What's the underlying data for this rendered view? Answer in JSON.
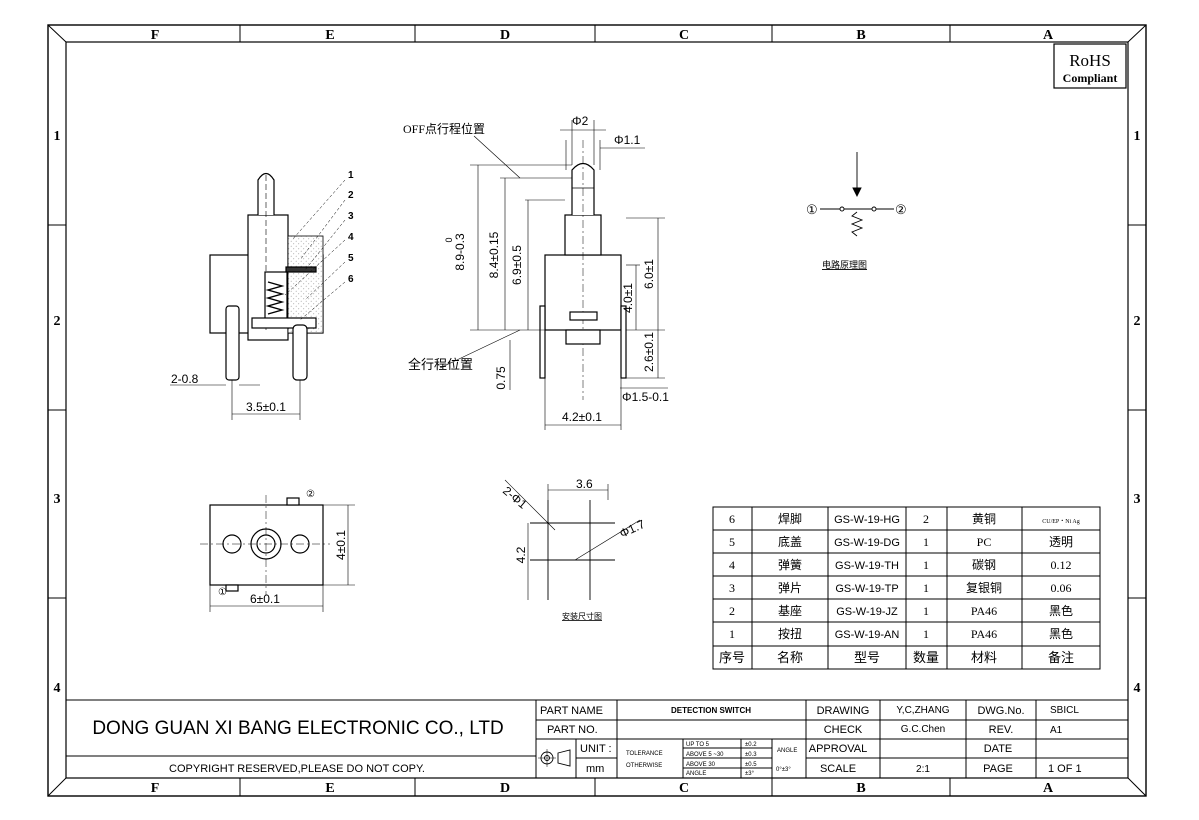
{
  "zones": {
    "columns": [
      "F",
      "E",
      "D",
      "C",
      "B",
      "A"
    ],
    "rows": [
      "1",
      "2",
      "3",
      "4"
    ]
  },
  "rohs": {
    "line1": "RoHS",
    "line2": "Compliant"
  },
  "side_view": {
    "callouts": [
      "1",
      "2",
      "3",
      "4",
      "5",
      "6"
    ],
    "dim_pin_width": "2-0.8",
    "dim_pin_spacing": "3.5±0.1"
  },
  "front_view": {
    "label_off_travel": "OFF点行程位置",
    "label_full_travel": "全行程位置",
    "dim_d2": "Φ2",
    "dim_d11": "Φ1.1",
    "dim_h890": "8.9-0.3",
    "dim_h890_zero": "0",
    "dim_h84": "8.4±0.15",
    "dim_h69": "6.9±0.5",
    "dim_h60": "6.0±1",
    "dim_h40": "4.0±1",
    "dim_h26": "2.6±0.1",
    "dim_h075": "0.75",
    "dim_w42": "4.2±0.1",
    "dim_w15": "Φ1.5-0.1"
  },
  "circuit": {
    "node1": "①",
    "node2": "②",
    "caption": "电路原理图"
  },
  "top_view": {
    "marker1": "①",
    "marker2": "②",
    "dim_width": "6±0.1",
    "dim_height": "4±0.1"
  },
  "mount": {
    "dim_holes": "2-Φ1",
    "dim_spacing": "3.6",
    "dim_diameter": "Φ1.7",
    "dim_height": "4.2",
    "caption": "安装尺寸图"
  },
  "bom": {
    "header": [
      "序号",
      "名称",
      "型号",
      "数量",
      "材料",
      "备注"
    ],
    "rows": [
      [
        "6",
        "焊脚",
        "GS-W-19-HG",
        "2",
        "黄铜",
        "CU/EP・Ni Ag"
      ],
      [
        "5",
        "底盖",
        "GS-W-19-DG",
        "1",
        "PC",
        "透明"
      ],
      [
        "4",
        "弹簧",
        "GS-W-19-TH",
        "1",
        "碳钢",
        "0.12"
      ],
      [
        "3",
        "弹片",
        "GS-W-19-TP",
        "1",
        "复银铜",
        "0.06"
      ],
      [
        "2",
        "基座",
        "GS-W-19-JZ",
        "1",
        "PA46",
        "黑色"
      ],
      [
        "1",
        "按扭",
        "GS-W-19-AN",
        "1",
        "PA46",
        "黑色"
      ]
    ]
  },
  "title_block": {
    "company": "DONG GUAN XI BANG ELECTRONIC CO., LTD",
    "copyright": "COPYRIGHT RESERVED,PLEASE DO NOT COPY.",
    "part_name_label": "PART NAME",
    "part_name": "DETECTION SWITCH",
    "part_no_label": "PART NO.",
    "part_no": "",
    "unit_label": "UNIT :",
    "unit": "mm",
    "tolerance_label": "TOLERANCE",
    "otherwise_label": "OTHERWISE",
    "tol_rows": [
      [
        "UP TO 5",
        "±0.2"
      ],
      [
        "ABOVE 5 ~30",
        "±0.3"
      ],
      [
        "ABOVE 30",
        "±0.5"
      ],
      [
        "ANGLE",
        "±3°"
      ]
    ],
    "angle_label": "ANGLE",
    "angle_value": "0°±3°",
    "drawing_label": "DRAWING",
    "drawing": "Y,C,ZHANG",
    "check_label": "CHECK",
    "check": "G.C.Chen",
    "approval_label": "APPROVAL",
    "approval": "",
    "scale_label": "SCALE",
    "scale": "2:1",
    "dwg_no_label": "DWG.No.",
    "dwg_no": "SBICL",
    "rev_label": "REV.",
    "rev": "A1",
    "date_label": "DATE",
    "date": "",
    "page_label": "PAGE",
    "page": "1 OF 1"
  }
}
